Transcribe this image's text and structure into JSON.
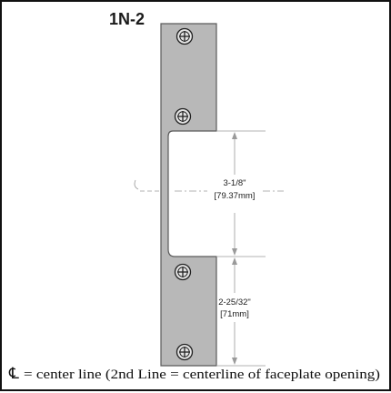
{
  "title": "1N-2",
  "dimensions": {
    "opening": {
      "imperial": "3-1/8\"",
      "metric": "[79.37mm]"
    },
    "lower": {
      "imperial": "2-25/32\"",
      "metric": "[71mm]"
    }
  },
  "legend": {
    "symbol": "℄",
    "text": "= center line  (2nd Line = centerline of faceplate opening)"
  },
  "colors": {
    "plate_fill": "#b8b8b8",
    "plate_stroke": "#5a5a5a",
    "dimension_line": "#9a9a9a",
    "text": "#1b1b1b"
  }
}
